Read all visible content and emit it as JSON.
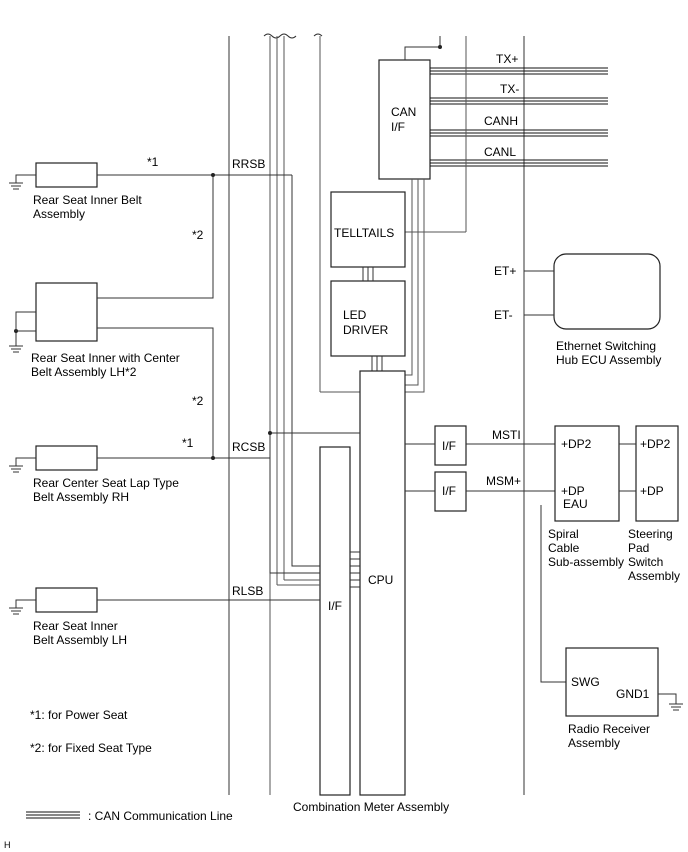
{
  "components": {
    "can_if": "CAN\nI/F",
    "telltails": "TELLTAILS",
    "led_driver": "LED\nDRIVER",
    "cpu": "CPU",
    "meter_if": "I/F",
    "if_msti": "I/F",
    "if_msm": "I/F",
    "combination_meter": "Combination Meter Assembly",
    "ethernet_hub": "Ethernet Switching\nHub ECU Assembly",
    "spiral_cable": "Spiral\nCable\nSub-assembly",
    "steering_pad": "Steering\nPad\nSwitch\nAssembly",
    "radio_receiver": "Radio Receiver\nAssembly"
  },
  "seats": {
    "rr_inner": "Rear Seat Inner Belt\nAssembly",
    "rr_inner_center_lh": "Rear Seat Inner with Center\nBelt Assembly LH*2",
    "rr_center_lap_rh": "Rear Center Seat Lap Type\nBelt Assembly RH",
    "rr_inner_lh": "Rear Seat Inner\nBelt Assembly LH"
  },
  "signals": {
    "txp": "TX+",
    "txm": "TX-",
    "canh": "CANH",
    "canl": "CANL",
    "etp": "ET+",
    "etm": "ET-",
    "msti": "MSTI",
    "msm": "MSM+",
    "rrsb": "RRSB",
    "rcsb": "RCSB",
    "rlsb": "RLSB",
    "dp2_a": "+DP2",
    "dp_a": "+DP",
    "eau": "EAU",
    "dp2_b": "+DP2",
    "dp_b": "+DP",
    "swg": "SWG",
    "gnd1": "GND1"
  },
  "marks": {
    "m1a": "*1",
    "m2a": "*2",
    "m2b": "*2",
    "m1b": "*1"
  },
  "notes": {
    "note1": "*1: for Power Seat",
    "note2": "*2: for Fixed Seat Type",
    "legend": ": CAN Communication Line",
    "corner": "H"
  }
}
